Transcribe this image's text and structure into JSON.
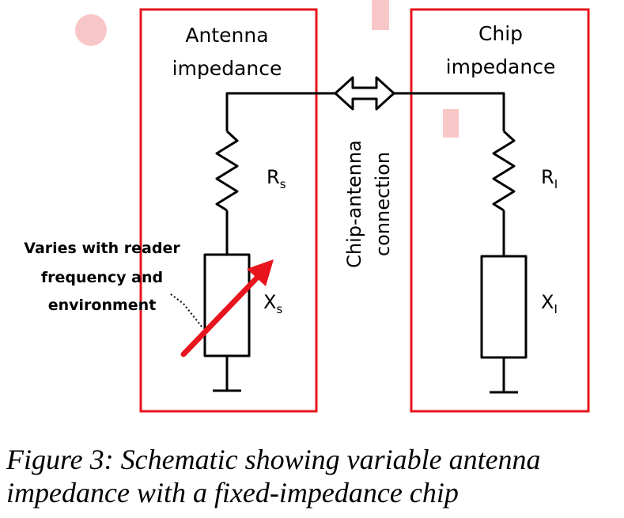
{
  "diagram": {
    "antenna_box": {
      "title_line1": "Antenna",
      "title_line2": "impedance"
    },
    "chip_box": {
      "title_line1": "Chip",
      "title_line2": "impedance"
    },
    "connection_label": {
      "line1": "Chip-antenna",
      "line2": "connection"
    },
    "antenna_resistor": {
      "symbol": "R",
      "subscript": "s"
    },
    "antenna_reactance": {
      "symbol": "X",
      "subscript": "s"
    },
    "chip_resistor": {
      "symbol": "R",
      "subscript": "I"
    },
    "chip_reactance": {
      "symbol": "X",
      "subscript": "I"
    },
    "annotation": {
      "line1": "Varies with reader",
      "line2": "frequency and",
      "line3": "environment"
    },
    "colors": {
      "box_border": "#e8141e",
      "wire": "#000000",
      "arrow": "#e8141e",
      "watermark": "#f9c6c8"
    }
  },
  "caption": {
    "line1": "Figure 3:  Schematic showing variable antenna",
    "line2": "impedance with a fixed-impedance chip"
  }
}
